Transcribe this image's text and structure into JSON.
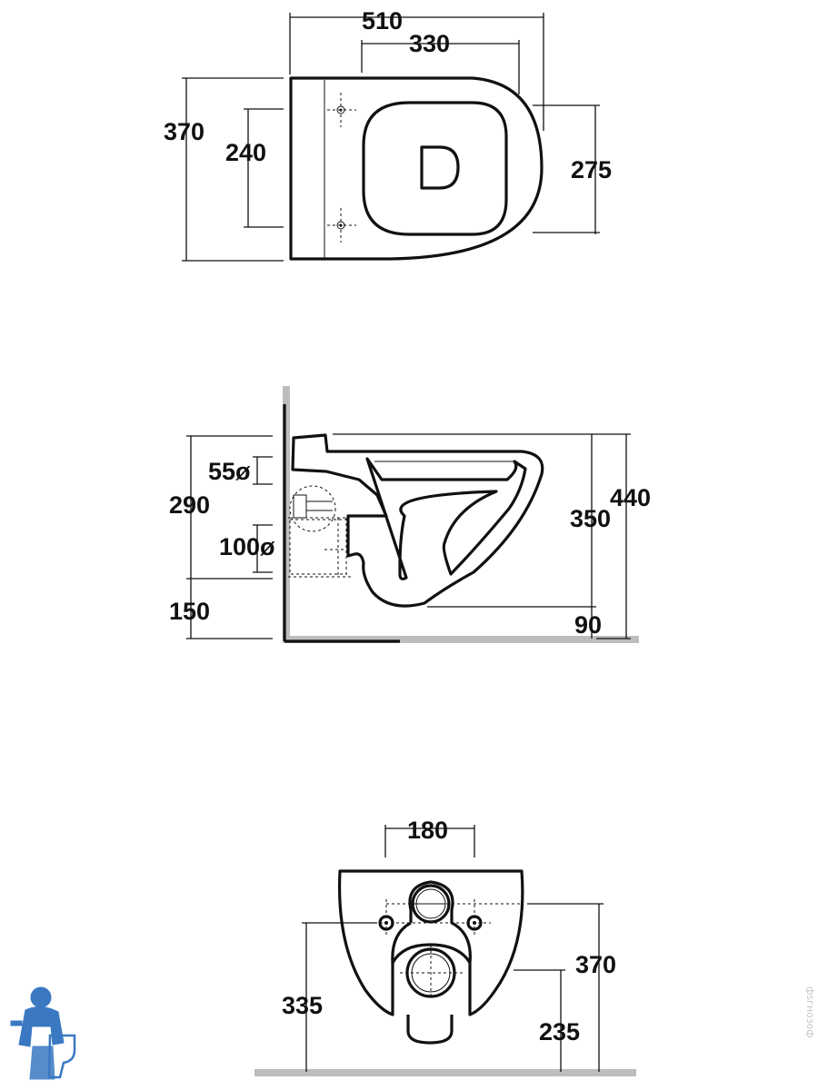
{
  "top_view": {
    "overall_length": "510",
    "fixing_spacing": "330",
    "overall_width": "370",
    "fixing_width": "240",
    "bowl_width": "275"
  },
  "side_view": {
    "inlet_diameter": "55ø",
    "outlet_diameter": "100ø",
    "outlet_height": "290",
    "floor_to_outlet": "150",
    "rim_height": "350",
    "total_height": "440",
    "floor_gap": "90"
  },
  "back_view": {
    "fixing_spacing": "180",
    "fixing_height": "335",
    "total_height": "370",
    "outlet_height": "235"
  },
  "watermark": {
    "text": "фsгнозоф"
  },
  "colors": {
    "line": "#111111",
    "wall": "#bdbdbd",
    "logo": "#3a78c2"
  }
}
